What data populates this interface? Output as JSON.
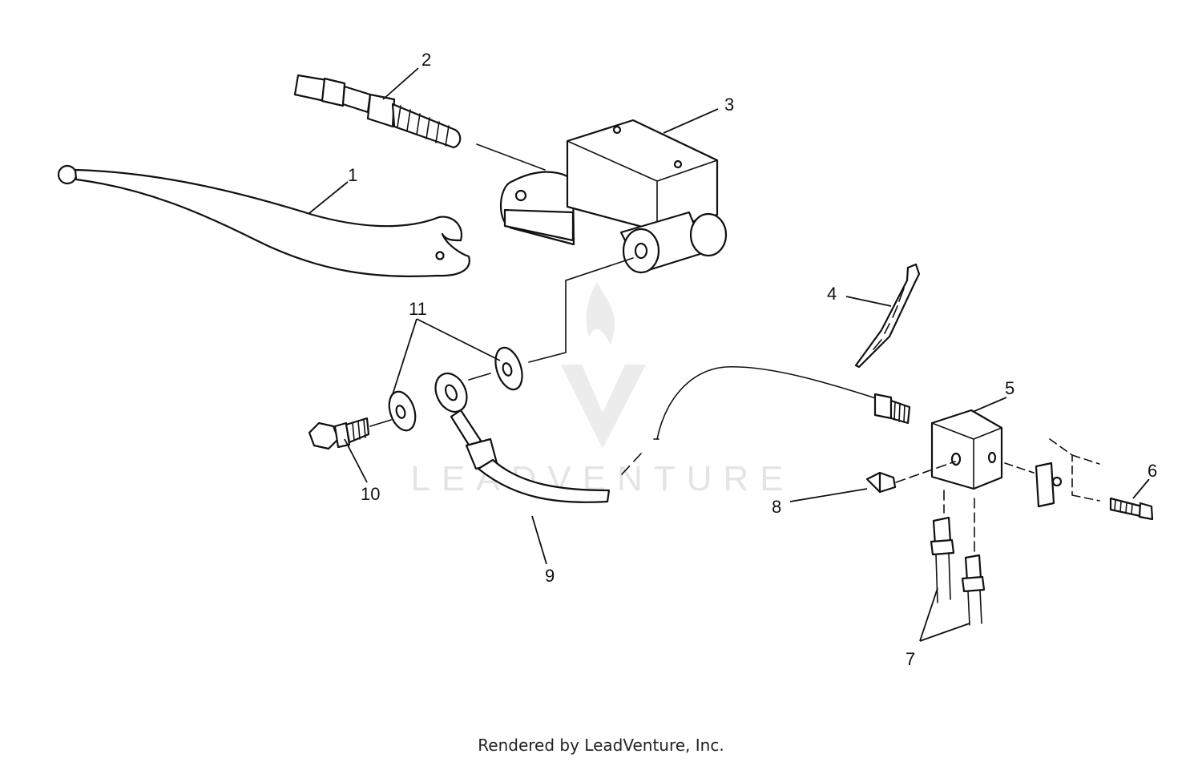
{
  "watermark": {
    "text": "LEADVENTURE"
  },
  "callouts": [
    {
      "id": "1",
      "label": "1"
    },
    {
      "id": "2",
      "label": "2"
    },
    {
      "id": "3",
      "label": "3"
    },
    {
      "id": "4",
      "label": "4"
    },
    {
      "id": "5",
      "label": "5"
    },
    {
      "id": "6",
      "label": "6"
    },
    {
      "id": "7",
      "label": "7"
    },
    {
      "id": "8",
      "label": "8"
    },
    {
      "id": "9",
      "label": "9"
    },
    {
      "id": "10",
      "label": "10"
    },
    {
      "id": "11",
      "label": "11"
    }
  ],
  "footer": {
    "text": "Rendered by LeadVenture, Inc."
  }
}
